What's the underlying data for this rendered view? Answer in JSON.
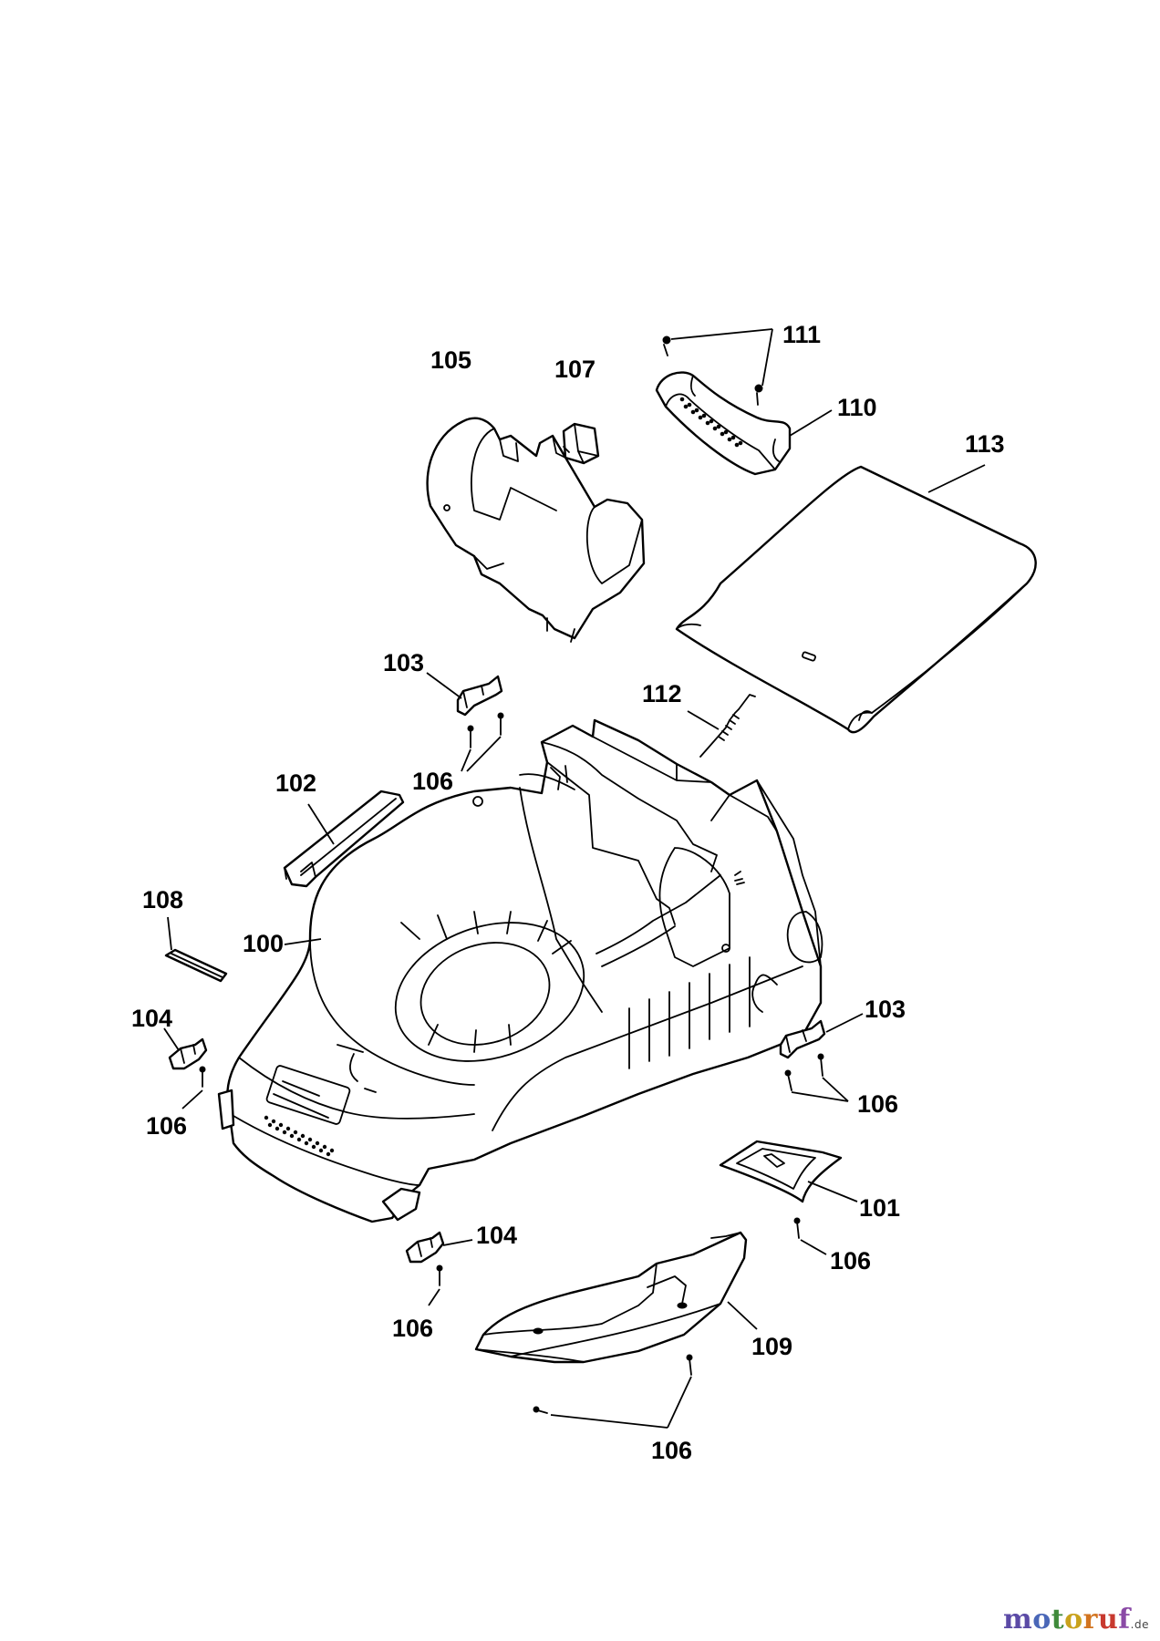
{
  "labels": {
    "l100": "100",
    "l101": "101",
    "l102": "102",
    "l103a": "103",
    "l103b": "103",
    "l104a": "104",
    "l104b": "104",
    "l105": "105",
    "l106a": "106",
    "l106b": "106",
    "l106c": "106",
    "l106d": "106",
    "l106e": "106",
    "l106f": "106",
    "l107": "107",
    "l108": "108",
    "l109": "109",
    "l110": "110",
    "l111": "111",
    "l112": "112",
    "l113": "113"
  },
  "watermark": {
    "letters": [
      "m",
      "o",
      "t",
      "o",
      "r",
      "u",
      "f"
    ],
    "tld": ".de"
  }
}
